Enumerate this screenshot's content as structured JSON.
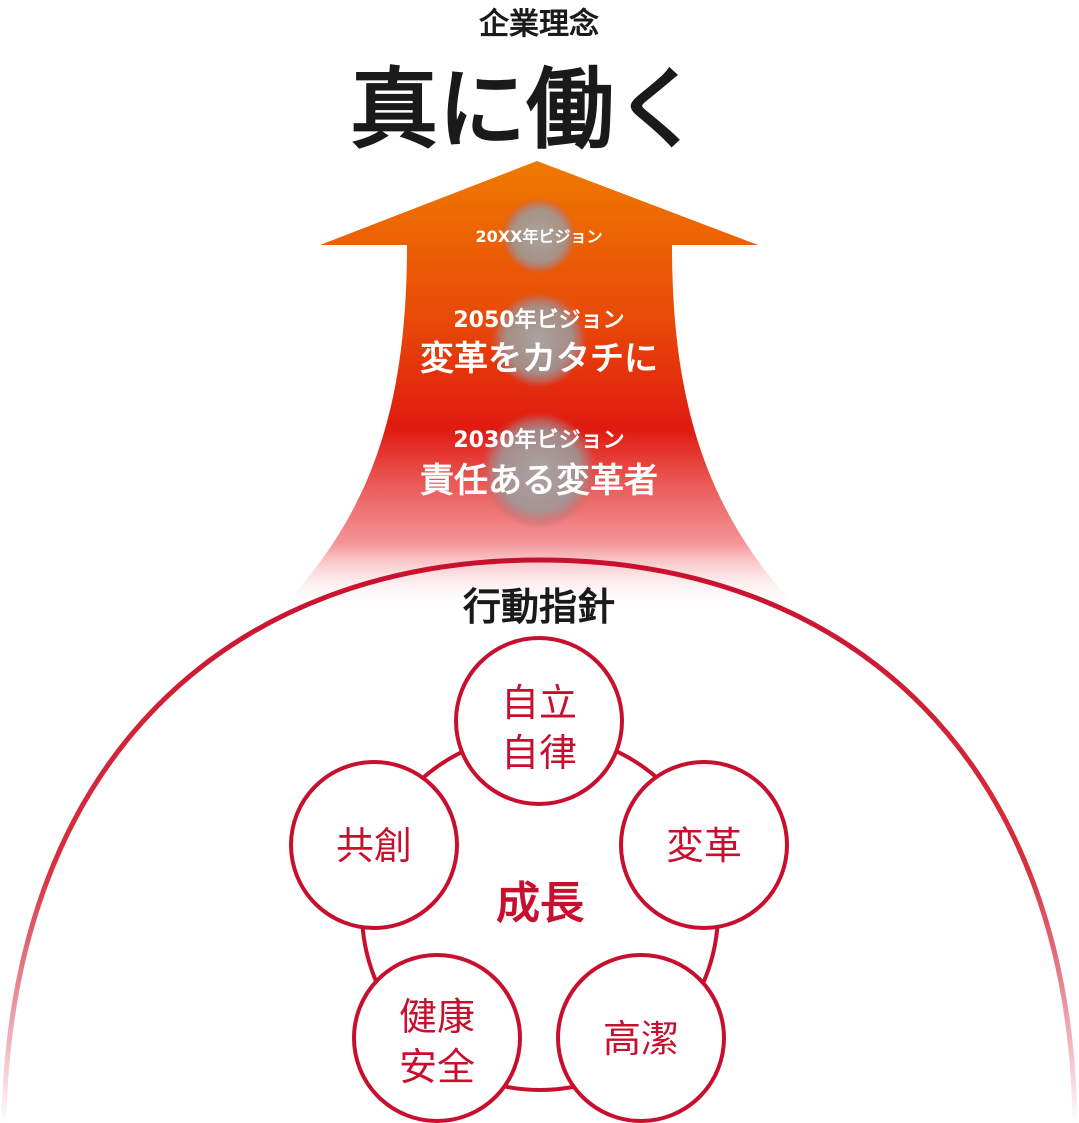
{
  "header": {
    "subtitle": "企業理念",
    "title": "真に働く"
  },
  "visions": [
    {
      "year_label": "20XX年ビジョン",
      "name": ""
    },
    {
      "year_label": "2050年ビジョン",
      "name": "変革をカタチに"
    },
    {
      "year_label": "2030年ビジョン",
      "name": "責任ある変革者"
    }
  ],
  "guidelines": {
    "title": "行動指針",
    "center": "成長",
    "items": [
      {
        "line1": "自立",
        "line2": "自律"
      },
      {
        "line1": "変革",
        "line2": ""
      },
      {
        "line1": "高潔",
        "line2": ""
      },
      {
        "line1": "健康",
        "line2": "安全"
      },
      {
        "line1": "共創",
        "line2": ""
      }
    ]
  },
  "colors": {
    "arrow_top": "#ef7a00",
    "arrow_mid": "#e32212",
    "accent_red": "#c8102e",
    "text_dark": "#1a1a1a",
    "orb_gray": "#9a9a9a"
  }
}
